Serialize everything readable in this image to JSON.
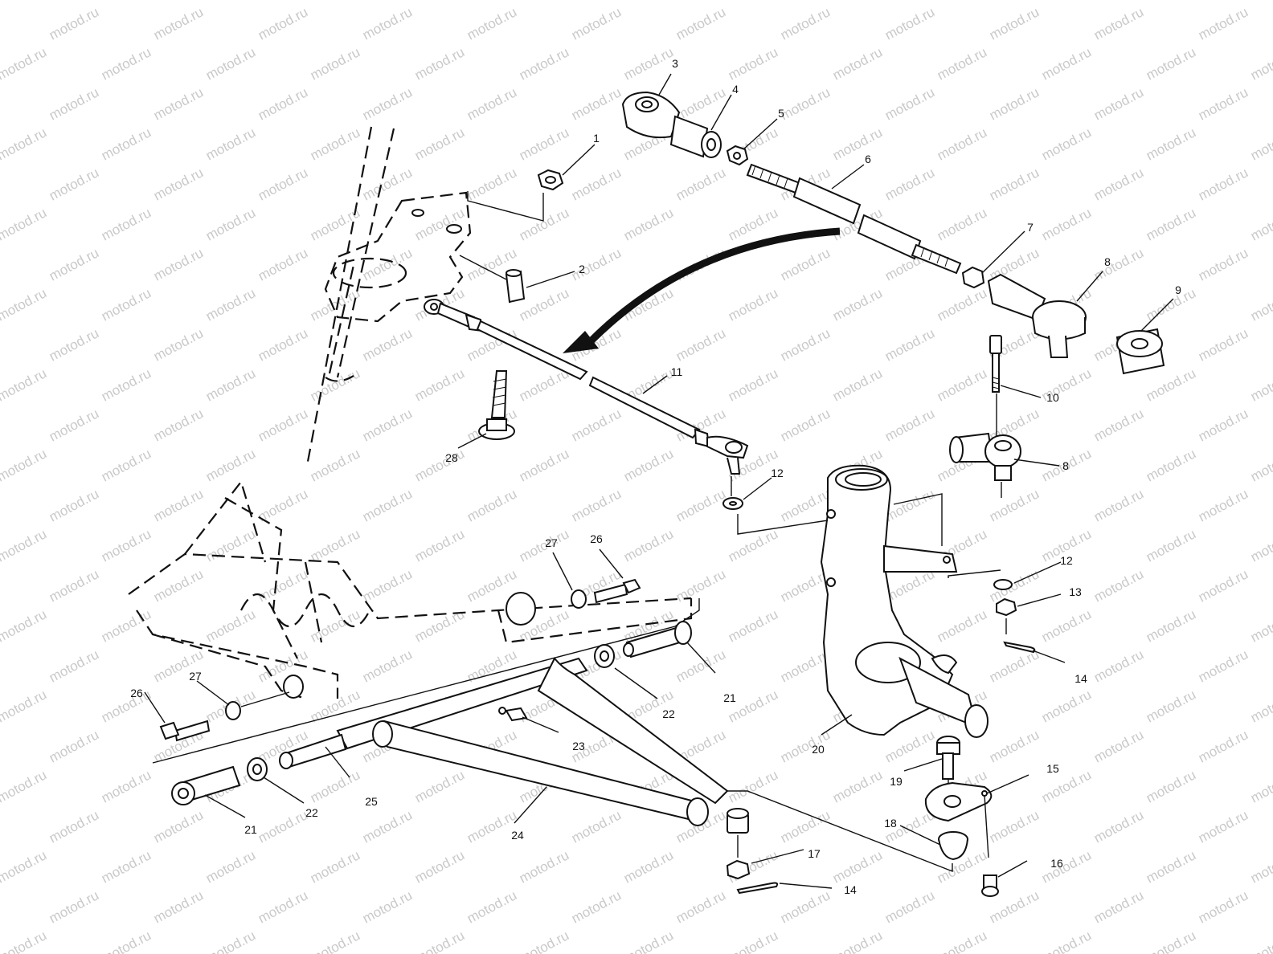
{
  "watermark": "motod.ru",
  "callouts": [
    {
      "id": "1",
      "text": "1"
    },
    {
      "id": "2",
      "text": "2"
    },
    {
      "id": "3",
      "text": "3"
    },
    {
      "id": "4",
      "text": "4"
    },
    {
      "id": "5",
      "text": "5"
    },
    {
      "id": "6",
      "text": "6"
    },
    {
      "id": "7",
      "text": "7"
    },
    {
      "id": "8a",
      "text": "8"
    },
    {
      "id": "9",
      "text": "9"
    },
    {
      "id": "10",
      "text": "10"
    },
    {
      "id": "8b",
      "text": "8"
    },
    {
      "id": "11",
      "text": "11"
    },
    {
      "id": "28",
      "text": "28"
    },
    {
      "id": "12a",
      "text": "12"
    },
    {
      "id": "12b",
      "text": "12"
    },
    {
      "id": "13",
      "text": "13"
    },
    {
      "id": "14a",
      "text": "14"
    },
    {
      "id": "27a",
      "text": "27"
    },
    {
      "id": "26a",
      "text": "26"
    },
    {
      "id": "21a",
      "text": "21"
    },
    {
      "id": "22a",
      "text": "22"
    },
    {
      "id": "20",
      "text": "20"
    },
    {
      "id": "23",
      "text": "23"
    },
    {
      "id": "26b",
      "text": "26"
    },
    {
      "id": "27b",
      "text": "27"
    },
    {
      "id": "19",
      "text": "19"
    },
    {
      "id": "15",
      "text": "15"
    },
    {
      "id": "25",
      "text": "25"
    },
    {
      "id": "24",
      "text": "24"
    },
    {
      "id": "18",
      "text": "18"
    },
    {
      "id": "22b",
      "text": "22"
    },
    {
      "id": "21b",
      "text": "21"
    },
    {
      "id": "17",
      "text": "17"
    },
    {
      "id": "16",
      "text": "16"
    },
    {
      "id": "14b",
      "text": "14"
    }
  ]
}
